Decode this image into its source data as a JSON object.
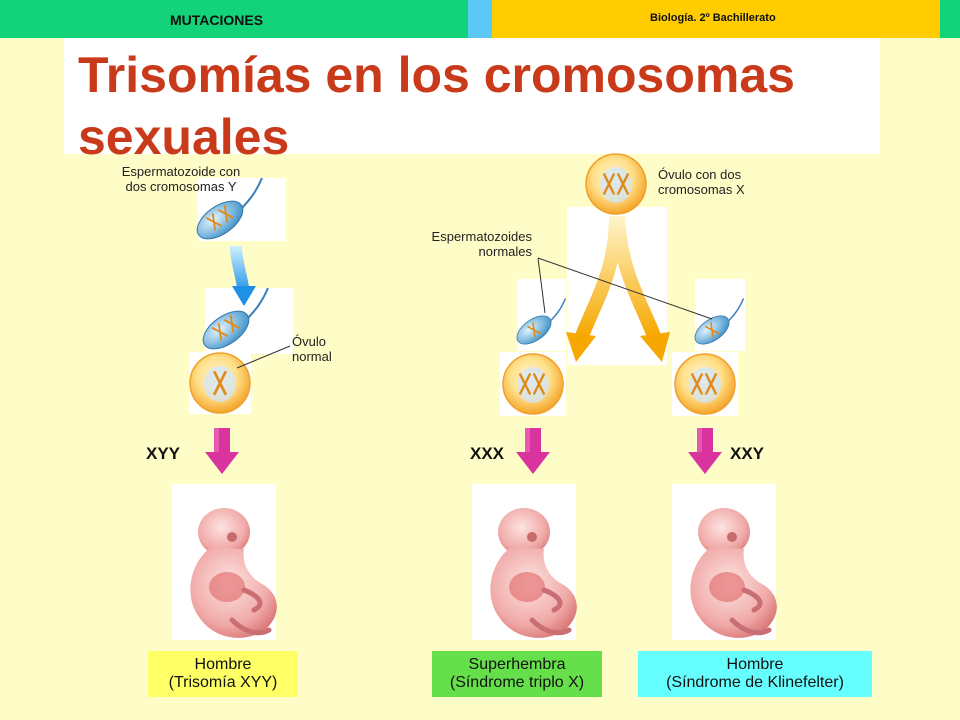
{
  "header": {
    "topic": "MUTACIONES",
    "course": "Biología. 2º Bachillerato"
  },
  "title": "Trisomías en los cromosomas sexuales",
  "labels": {
    "sperm_two_y": [
      "Espermatozoide con",
      "dos cromosomas Y"
    ],
    "normal_ovum": [
      "Óvulo",
      "normal"
    ],
    "ovum_two_x": [
      "Óvulo con dos",
      "cromosomas X"
    ],
    "normal_sperm": [
      "Espermatozoides",
      "normales"
    ]
  },
  "genotypes": {
    "xyy": "XYY",
    "xxx": "XXX",
    "xxy": "XXY"
  },
  "results": {
    "xyy": [
      "Hombre",
      "(Trisomía XYY)"
    ],
    "xxx": [
      "Superhembra",
      "(Síndrome triplo X)"
    ],
    "xxy": [
      "Hombre",
      "(Síndrome de Klinefelter)"
    ]
  },
  "colors": {
    "header_green": "#12d37a",
    "header_blue": "#5bc8f5",
    "header_yellow": "#ffcc00",
    "background": "#fffdc7",
    "title": "#c83a1a",
    "result_yellow": "#ffff66",
    "result_green": "#66e04a",
    "result_cyan": "#66ffff",
    "arrow_magenta": "#d9339e"
  },
  "icons": {
    "sperm": "sperm-cell-icon",
    "ovum": "ovum-cell-icon",
    "embryo": "embryo-icon",
    "arrow": "down-arrow-icon"
  }
}
